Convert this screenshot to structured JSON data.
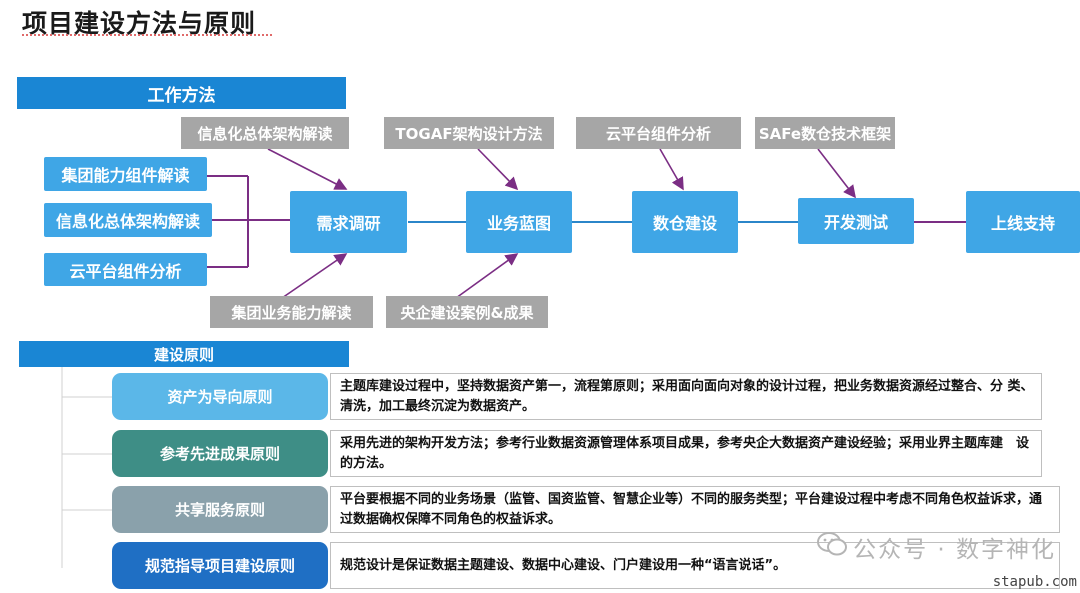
{
  "page_title": "项目建设方法与原则",
  "work_method": {
    "header": "工作方法",
    "left_inputs": [
      "集团能力组件解读",
      "信息化总体架构解读",
      "云平台组件分析"
    ],
    "top_inputs": [
      "信息化总体架构解读",
      "TOGAF架构设计方法",
      "云平台组件分析",
      "SAFe数仓技术框架"
    ],
    "bottom_inputs": [
      "集团业务能力解读",
      "央企建设案例&成果"
    ],
    "stages": [
      "需求调研",
      "业务蓝图",
      "数仓建设",
      "开发测试",
      "上线支持"
    ]
  },
  "principles": {
    "header": "建设原则",
    "items": [
      {
        "label": "资产为导向原则",
        "desc": "主题库建设过程中，坚持数据资产第一，流程第原则；采用面向面向对象的设计过程，把业务数据资源经过整合、分 类、清洗，加工最终沉淀为数据资产。",
        "color": "#5bb7e8"
      },
      {
        "label": "参考先进成果原则",
        "desc": "采用先进的架构开发方法；参考行业数据资源管理体系项目成果，参考央企大数据资产建设经验；采用业界主题库建　设的方法。",
        "color": "#3e8e86"
      },
      {
        "label": "共享服务原则",
        "desc": "平台要根据不同的业务场景（监管、国资监管、智慧企业等）不同的服务类型；平台建设过程中考虑不同角色权益诉求，通过数据确权保障不同角色的权益诉求。",
        "color": "#8aa1ab"
      },
      {
        "label": "规范指导项目建设原则",
        "desc": "规范设计是保证数据主题建设、数据中心建设、门户建设用一种“语言说话”。",
        "color": "#1f6fc4"
      }
    ]
  },
  "colors": {
    "section_blue": "#1a86d4",
    "stage_blue": "#3fa6e6",
    "input_gray": "#a6a6a6",
    "connector_purple": "#7b2e84",
    "flow_blue": "#2b86c9"
  },
  "watermark": {
    "icon": "wechat-icon",
    "text": "公众号 · 数字神化"
  },
  "source_stamp": "stapub.com"
}
